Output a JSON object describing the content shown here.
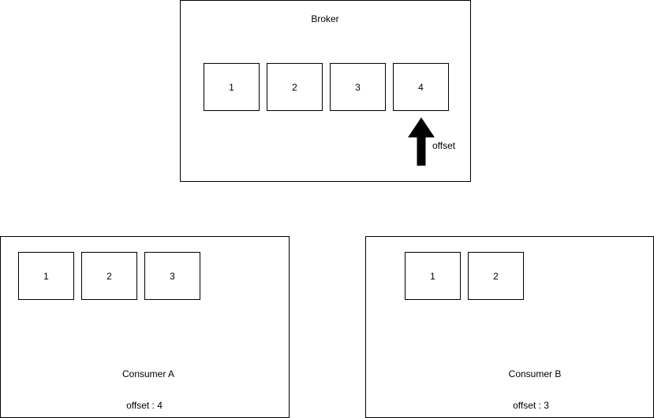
{
  "broker": {
    "title": "Broker",
    "messages": [
      "1",
      "2",
      "3",
      "4"
    ],
    "pointer_label": "offset"
  },
  "consumer_a": {
    "title": "Consumer A",
    "messages": [
      "1",
      "2",
      "3"
    ],
    "offset_text": "offset : 4"
  },
  "consumer_b": {
    "title": "Consumer B",
    "messages": [
      "1",
      "2"
    ],
    "offset_text": "offset : 3"
  }
}
